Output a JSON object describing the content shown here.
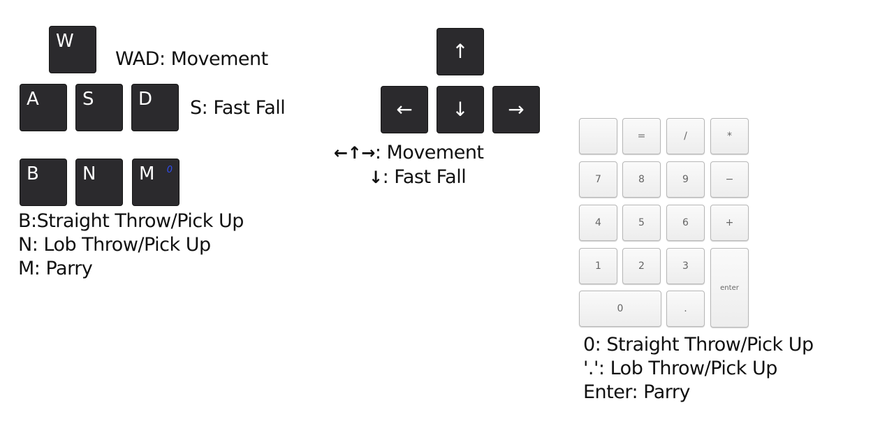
{
  "left_panel": {
    "keys": {
      "w": "W",
      "a": "A",
      "s": "S",
      "d": "D",
      "b": "B",
      "n": "N",
      "m": "M",
      "m_sub": "0"
    },
    "legend_wad": "WAD: Movement",
    "legend_s": "S: Fast Fall",
    "legend_b": "B:Straight Throw/Pick Up",
    "legend_n": "N: Lob Throw/Pick Up",
    "legend_m": "M: Parry"
  },
  "middle_panel": {
    "keys": {
      "up": "↑",
      "left": "←",
      "down": "↓",
      "right": "→"
    },
    "legend_movement_icons": "←↑→",
    "legend_movement_text": ": Movement",
    "legend_fastfall_icon": "↓",
    "legend_fastfall_text": ": Fast Fall"
  },
  "numpad": {
    "keys": {
      "clear": "",
      "equals": "=",
      "divide": "/",
      "multiply": "*",
      "seven": "7",
      "eight": "8",
      "nine": "9",
      "minus": "−",
      "four": "4",
      "five": "5",
      "six": "6",
      "plus": "+",
      "one": "1",
      "two": "2",
      "three": "3",
      "enter": "enter",
      "zero": "0",
      "decimal": "."
    },
    "legend_zero": "0: Straight Throw/Pick Up",
    "legend_decimal": "'.': Lob Throw/Pick Up",
    "legend_enter": "Enter: Parry"
  }
}
